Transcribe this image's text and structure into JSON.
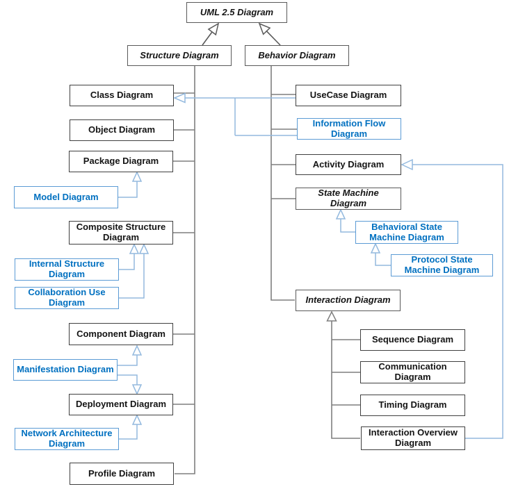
{
  "title": "UML 2.5 Diagram taxonomy",
  "colors": {
    "official_border": "#3f3f3f",
    "abstract_border": "#595959",
    "extra_border": "#5b9bd5",
    "extra_text": "#0070c0",
    "gray_line": "#7f7f7f",
    "blue_line": "#93b9de",
    "background": "#ffffff"
  },
  "nodes": {
    "uml": {
      "label": "UML 2.5 Diagram",
      "kind": "abstract"
    },
    "structure": {
      "label": "Structure Diagram",
      "kind": "abstract"
    },
    "behavior": {
      "label": "Behavior Diagram",
      "kind": "abstract"
    },
    "class": {
      "label": "Class Diagram",
      "kind": "official"
    },
    "object": {
      "label": "Object Diagram",
      "kind": "official"
    },
    "package": {
      "label": "Package Diagram",
      "kind": "official"
    },
    "model": {
      "label": "Model Diagram",
      "kind": "extra"
    },
    "composite": {
      "label": "Composite Structure Diagram",
      "kind": "official"
    },
    "internal": {
      "label": "Internal Structure Diagram",
      "kind": "extra"
    },
    "collaboration": {
      "label": "Collaboration Use Diagram",
      "kind": "extra"
    },
    "component": {
      "label": "Component Diagram",
      "kind": "official"
    },
    "manifestation": {
      "label": "Manifestation Diagram",
      "kind": "extra"
    },
    "deployment": {
      "label": "Deployment Diagram",
      "kind": "official"
    },
    "network": {
      "label": "Network Architecture Diagram",
      "kind": "extra"
    },
    "profile": {
      "label": "Profile Diagram",
      "kind": "official"
    },
    "usecase": {
      "label": "UseCase Diagram",
      "kind": "official"
    },
    "infoflow": {
      "label": "Information Flow Diagram",
      "kind": "extra"
    },
    "activity": {
      "label": "Activity Diagram",
      "kind": "official"
    },
    "statemachine": {
      "label": "State Machine Diagram",
      "kind": "abstract"
    },
    "behavioral_sm": {
      "label": "Behavioral State Machine Diagram",
      "kind": "extra"
    },
    "protocol_sm": {
      "label": "Protocol State Machine Diagram",
      "kind": "extra"
    },
    "interaction": {
      "label": "Interaction Diagram",
      "kind": "abstract"
    },
    "sequence": {
      "label": "Sequence Diagram",
      "kind": "official"
    },
    "communication": {
      "label": "Communication Diagram",
      "kind": "official"
    },
    "timing": {
      "label": "Timing Diagram",
      "kind": "official"
    },
    "overview": {
      "label": "Interaction Overview Diagram",
      "kind": "official"
    }
  },
  "generalizations": [
    "structure->uml",
    "behavior->uml",
    "class->structure",
    "object->structure",
    "package->structure",
    "composite->structure",
    "component->structure",
    "deployment->structure",
    "profile->structure",
    "usecase->behavior",
    "infoflow->behavior",
    "activity->behavior",
    "statemachine->behavior",
    "interaction->behavior",
    "usecase->class",
    "infoflow->class",
    "model->package",
    "internal->composite",
    "collaboration->composite",
    "manifestation->component",
    "manifestation->deployment",
    "network->deployment",
    "behavioral_sm->statemachine",
    "protocol_sm->behavioral_sm",
    "sequence->interaction",
    "communication->interaction",
    "timing->interaction",
    "overview->interaction",
    "overview->activity"
  ]
}
